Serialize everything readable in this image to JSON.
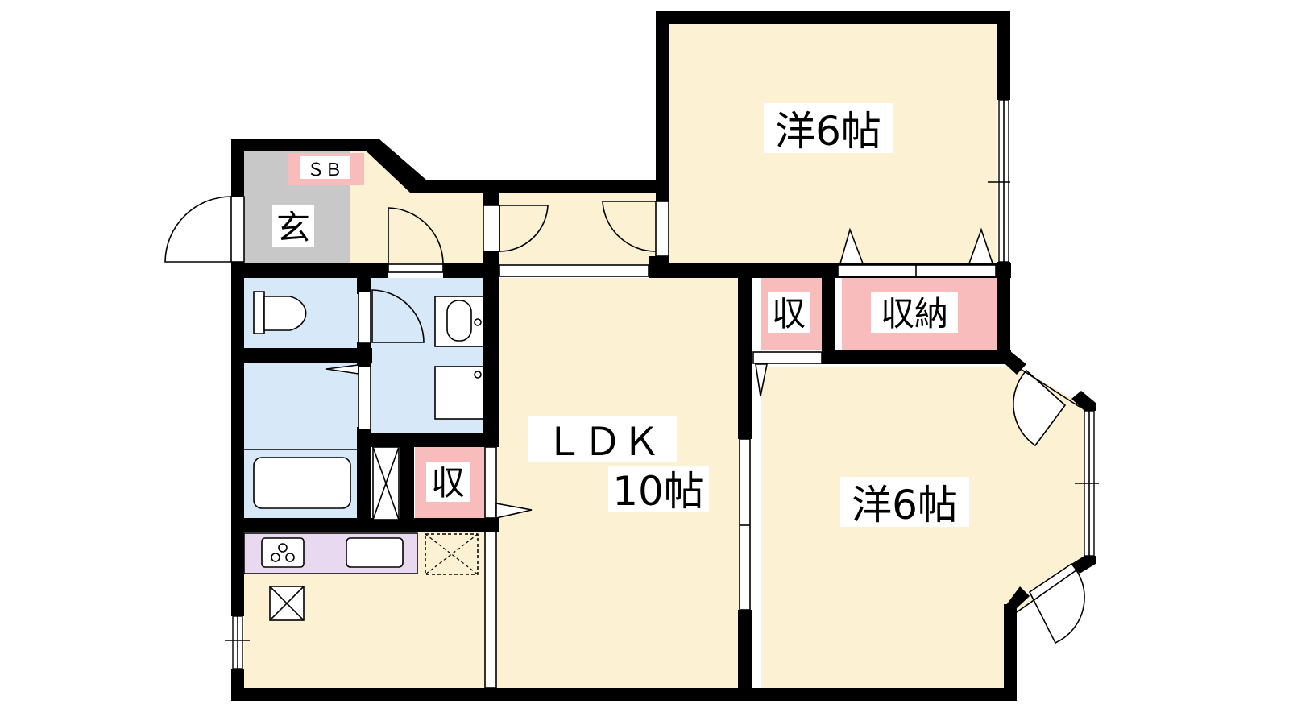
{
  "colors": {
    "wall": "#000000",
    "floor": "#fdf1d3",
    "entrance": "#c8c8c8",
    "water_area": "#d7e8f8",
    "storage": "#f9bcbc",
    "kitchen_counter": "#e8d8f0",
    "background": "#ffffff"
  },
  "rooms": {
    "western_top": {
      "label": "洋6帖"
    },
    "western_bottom": {
      "label": "洋6帖"
    },
    "ldk": {
      "label_1": "ＬＤＫ",
      "label_2": "10帖"
    },
    "entrance": {
      "label": "玄"
    },
    "shoe_box": {
      "label": "ＳＢ"
    },
    "storage_small_right": {
      "label": "収"
    },
    "storage_large": {
      "label": "収納"
    },
    "storage_small_left": {
      "label": "収"
    }
  },
  "icons": [
    "toilet-icon",
    "washbasin-icon",
    "washing-machine-icon",
    "bathtub-icon",
    "stove-icon",
    "sink-icon",
    "refrigerator-space-icon",
    "ventilation-icon",
    "door-icon",
    "window-icon"
  ]
}
